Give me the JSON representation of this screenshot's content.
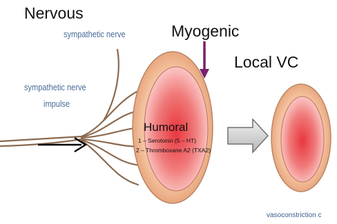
{
  "labels": {
    "nervous": "Nervous",
    "sympathetic_nerve": "sympathetic nerve",
    "myogenic": "Myogenic",
    "local_vc": "Local VC",
    "sympathetic_impulse_line1": "sympathetic nerve",
    "sympathetic_impulse_line2": "impulse",
    "humoral": "Humoral",
    "humoral_item1": "1 – Serotonin (5 – HT)",
    "humoral_item2": "2 – Thromboxane A2 (TXA2)",
    "source_watermark": "vasoconstriction c"
  },
  "colors": {
    "outer_ring": "#efb58f",
    "inner_core": "#e8363d",
    "nerve": "#8a6a50",
    "myogenic_arrow": "#7a1f6a",
    "label_blue": "#4a6a99"
  },
  "icons": {
    "impulse_arrow": "right-arrow-icon",
    "transition_arrow": "block-right-arrow-icon",
    "myogenic_arrow": "down-arrow-icon"
  }
}
